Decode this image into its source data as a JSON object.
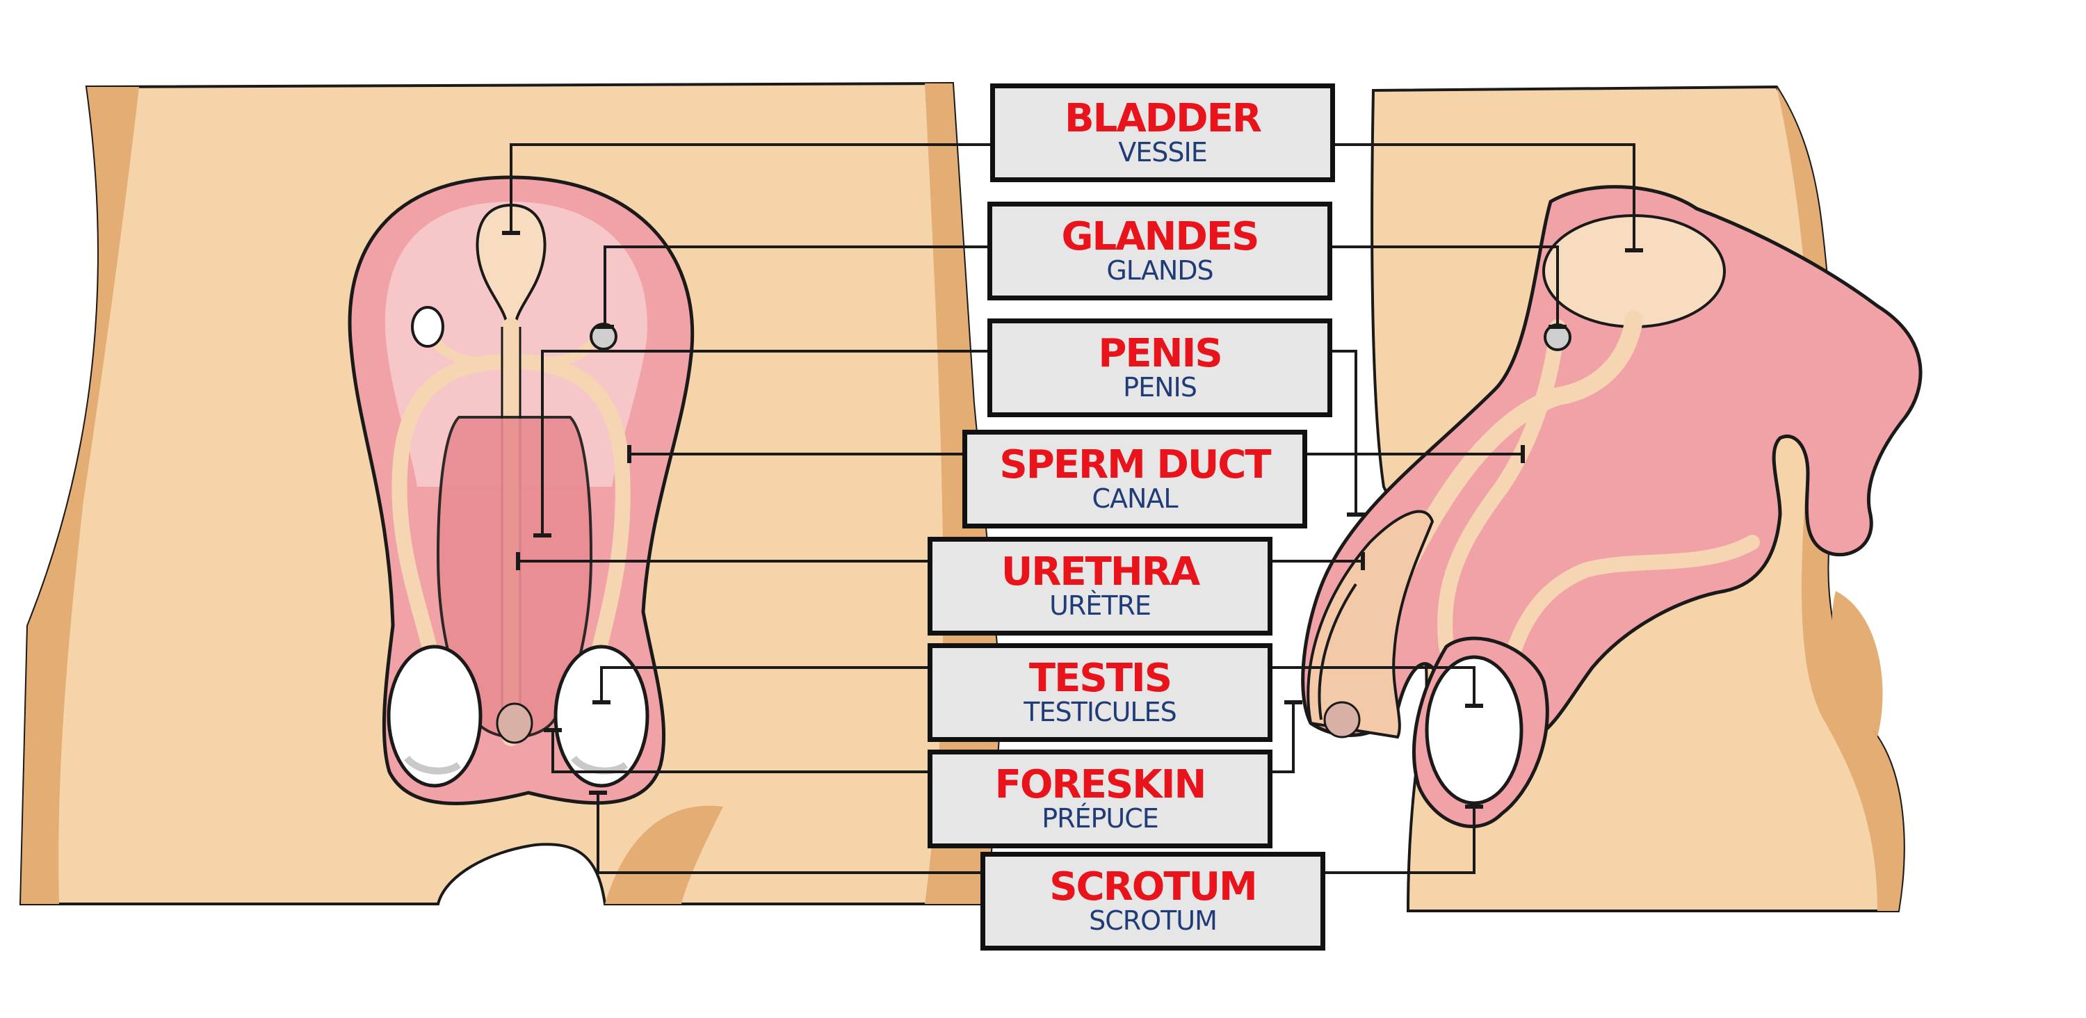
{
  "colors": {
    "skin": "#f6d4aa",
    "skin_shadow": "#e3ad73",
    "organ": "#f0a2a6",
    "organ_light": "#f7c6c8",
    "duct": "#f6d6b2",
    "testis": "#ffffff",
    "outline": "#1a1a1a",
    "label_en": "#e8131b",
    "label_fr": "#1f3c78",
    "box_fill": "#e6e6e6"
  },
  "labels": [
    {
      "key": "bladder",
      "en": "BLADDER",
      "fr": "VESSIE"
    },
    {
      "key": "glandes",
      "en": "GLANDES",
      "fr": "GLANDS"
    },
    {
      "key": "penis",
      "en": "PENIS",
      "fr": "PENIS"
    },
    {
      "key": "sperm-duct",
      "en": "SPERM DUCT",
      "fr": "CANAL"
    },
    {
      "key": "urethra",
      "en": "URETHRA",
      "fr": "URÈTRE"
    },
    {
      "key": "testis",
      "en": "TESTIS",
      "fr": "TESTICULES"
    },
    {
      "key": "foreskin",
      "en": "FORESKIN",
      "fr": "PRÉPUCE"
    },
    {
      "key": "scrotum",
      "en": "SCROTUM",
      "fr": "SCROTUM"
    }
  ]
}
